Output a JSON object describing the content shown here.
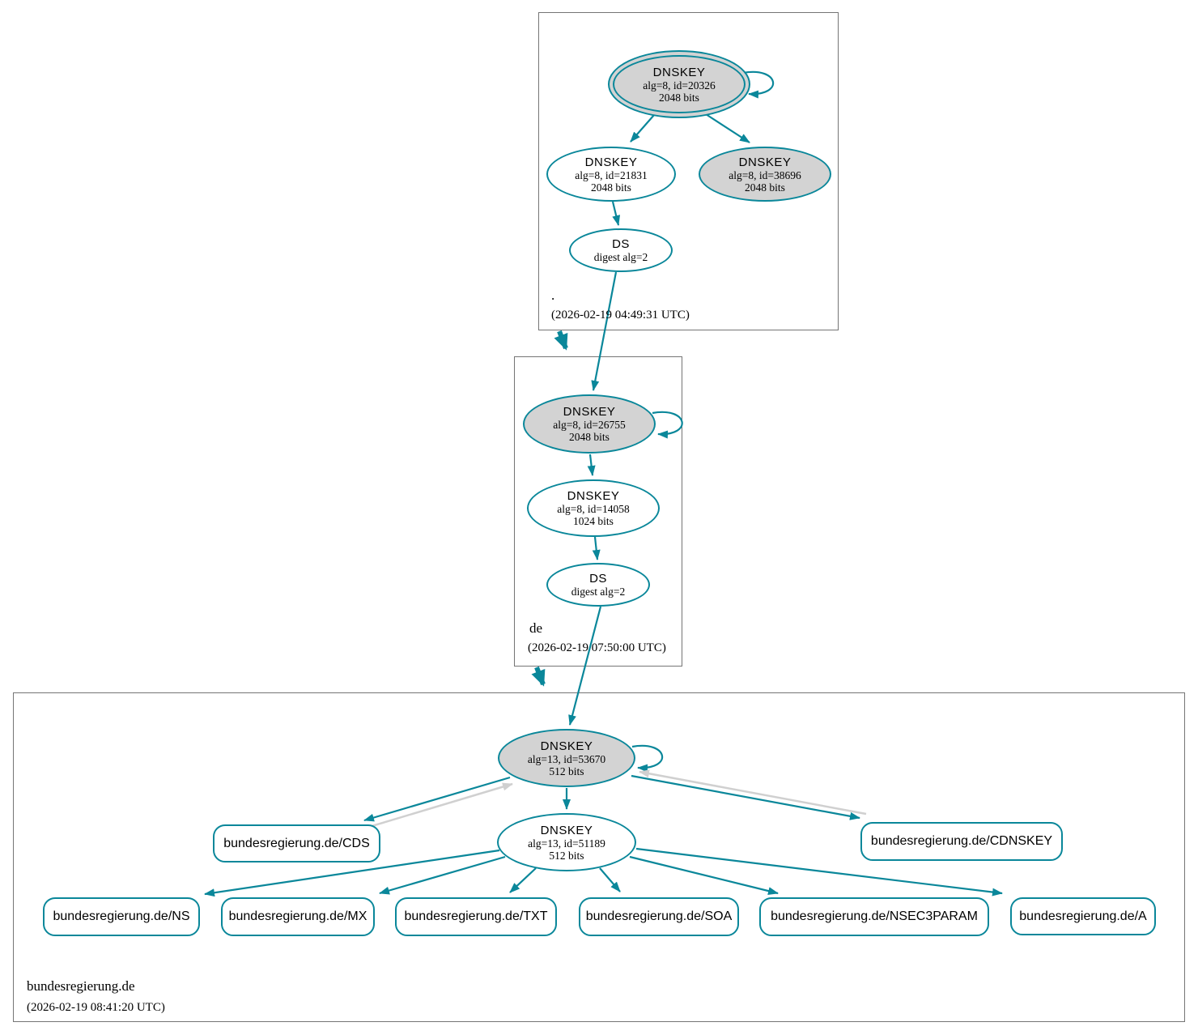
{
  "diagram": {
    "kind": "dnssec-authentication-chain",
    "colors": {
      "secure_edge": "#0a879a",
      "sep_key_fill": "#d3d3d3",
      "pending_edge_gray": "#d0d0d0",
      "zone_border_gray": "#757575"
    },
    "zones": [
      {
        "name": ".",
        "timestamp": "(2026-02-19 04:49:31 UTC)"
      },
      {
        "name": "de",
        "timestamp": "(2026-02-19 07:50:00 UTC)"
      },
      {
        "name": "bundesregierung.de",
        "timestamp": "(2026-02-19 08:41:20 UTC)"
      }
    ],
    "nodes": {
      "k20326": {
        "title": "DNSKEY",
        "detail": "alg=8, id=20326",
        "bits": "2048 bits"
      },
      "k21831": {
        "title": "DNSKEY",
        "detail": "alg=8, id=21831",
        "bits": "2048 bits"
      },
      "k38696": {
        "title": "DNSKEY",
        "detail": "alg=8, id=38696",
        "bits": "2048 bits"
      },
      "ds_root": {
        "title": "DS",
        "detail": "digest alg=2"
      },
      "k26755": {
        "title": "DNSKEY",
        "detail": "alg=8, id=26755",
        "bits": "2048 bits"
      },
      "k14058": {
        "title": "DNSKEY",
        "detail": "alg=8, id=14058",
        "bits": "1024 bits"
      },
      "ds_de": {
        "title": "DS",
        "detail": "digest alg=2"
      },
      "k53670": {
        "title": "DNSKEY",
        "detail": "alg=13, id=53670",
        "bits": "512 bits"
      },
      "k51189": {
        "title": "DNSKEY",
        "detail": "alg=13, id=51189",
        "bits": "512 bits"
      },
      "cds": {
        "label": "bundesregierung.de/CDS"
      },
      "cdnskey": {
        "label": "bundesregierung.de/CDNSKEY"
      },
      "ns": {
        "label": "bundesregierung.de/NS"
      },
      "mx": {
        "label": "bundesregierung.de/MX"
      },
      "txt": {
        "label": "bundesregierung.de/TXT"
      },
      "soa": {
        "label": "bundesregierung.de/SOA"
      },
      "nsec3param": {
        "label": "bundesregierung.de/NSEC3PARAM"
      },
      "a": {
        "label": "bundesregierung.de/A"
      }
    }
  }
}
